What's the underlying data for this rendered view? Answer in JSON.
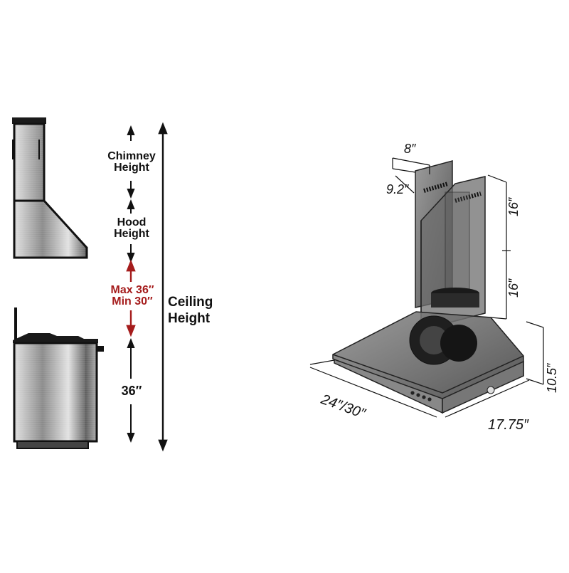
{
  "side_view": {
    "chimney_label_1": "Chimney",
    "chimney_label_2": "Height",
    "hood_label_1": "Hood",
    "hood_label_2": "Height",
    "clearance_max": "Max 36″",
    "clearance_min": "Min 30″",
    "counter_height": "36″",
    "ceiling_label_1": "Ceiling",
    "ceiling_label_2": "Height",
    "clearance_color": "#a51c1c"
  },
  "iso_view": {
    "chimney_width": "8″",
    "chimney_depth": "9.2″",
    "chimney_upper": "16″",
    "chimney_lower": "16″",
    "hood_height": "10.5″",
    "hood_width": "24″/30″",
    "hood_depth": "17.75″"
  }
}
